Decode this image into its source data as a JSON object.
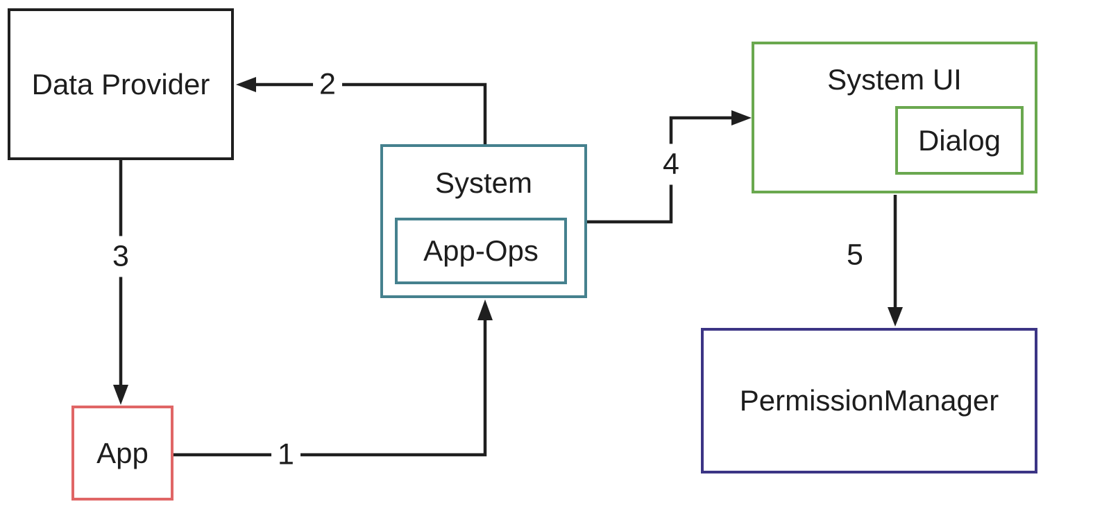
{
  "diagram": {
    "type": "flow-diagram",
    "background_color": "#ffffff",
    "line_color": "#1f1f1f",
    "nodes": {
      "data_provider": {
        "label": "Data Provider",
        "border_color": "#1f1f1f"
      },
      "app": {
        "label": "App",
        "border_color": "#e06666"
      },
      "system": {
        "label": "System",
        "border_color": "#45818e"
      },
      "app_ops": {
        "label": "App-Ops",
        "border_color": "#45818e",
        "parent": "system"
      },
      "system_ui": {
        "label": "System UI",
        "border_color": "#6aa84f"
      },
      "dialog": {
        "label": "Dialog",
        "border_color": "#6aa84f",
        "parent": "system_ui"
      },
      "permission_manager": {
        "label": "PermissionManager",
        "border_color": "#3c3585"
      }
    },
    "edges": [
      {
        "label": "1",
        "from": "App",
        "to": "System"
      },
      {
        "label": "2",
        "from": "System",
        "to": "Data Provider"
      },
      {
        "label": "3",
        "from": "Data Provider",
        "to": "App"
      },
      {
        "label": "4",
        "from": "System",
        "to": "System UI"
      },
      {
        "label": "5",
        "from": "System UI",
        "to": "PermissionManager"
      }
    ]
  }
}
